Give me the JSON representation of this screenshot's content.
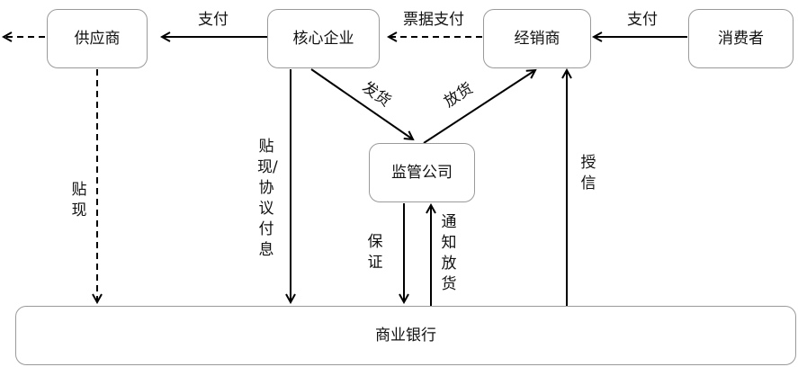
{
  "nodes": {
    "supplier": "供应商",
    "core_enterprise": "核心企业",
    "distributor": "经销商",
    "consumer": "消费者",
    "supervisor": "监管公司",
    "bank": "商业银行"
  },
  "edges": {
    "consumer_to_distributor": "支付",
    "distributor_to_core": "票据支付",
    "core_to_supplier": "支付",
    "core_to_supervisor": "发货",
    "supervisor_to_distributor": "放货",
    "supplier_to_bank": "贴\n现",
    "core_to_bank": "贴\n现/\n协\n议\n付\n息",
    "supervisor_to_bank": "保\n证",
    "bank_to_supervisor": "通\n知\n放\n货",
    "bank_to_distributor": "授\n信"
  }
}
